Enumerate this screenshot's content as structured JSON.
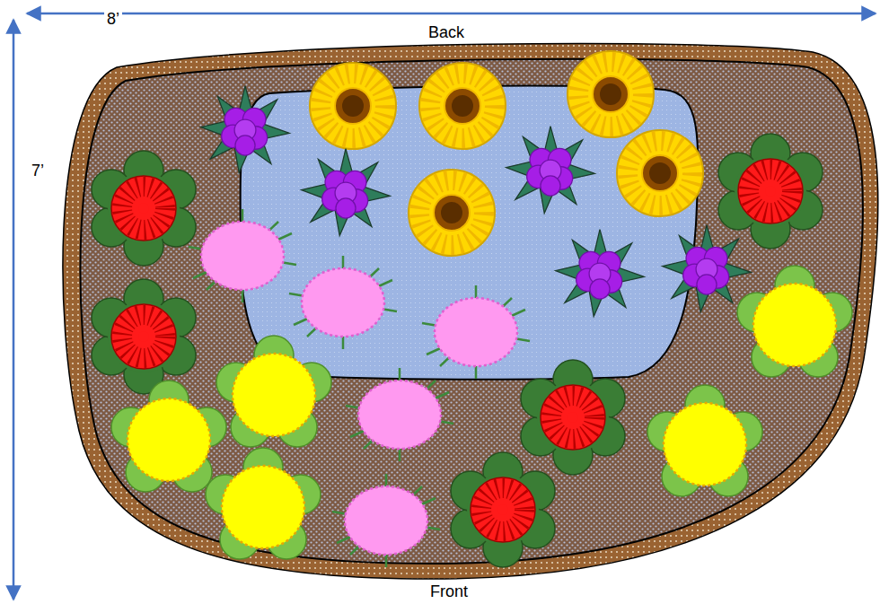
{
  "diagram": {
    "labels": [
      "8’",
      "Back",
      "7’",
      "Front"
    ]
  }
}
